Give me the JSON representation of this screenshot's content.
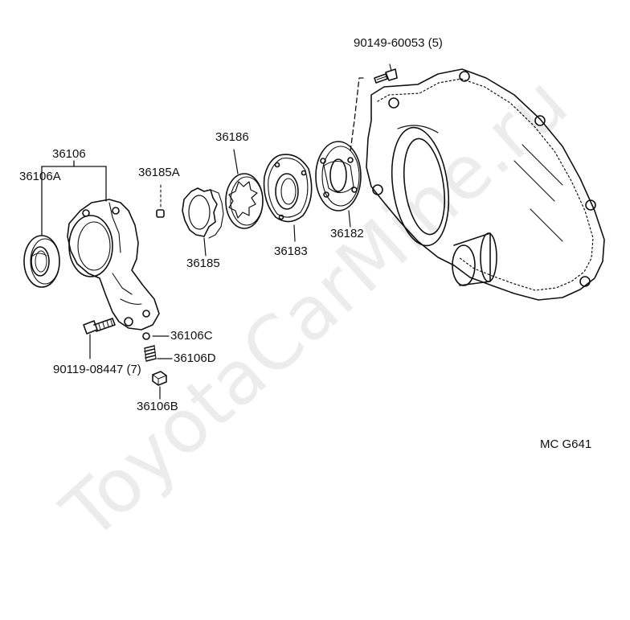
{
  "parts": {
    "bolt_top": "90149-60053 (5)",
    "housing": "36106",
    "oil_seal": "36106A",
    "pin": "36185A",
    "drive_rotor": "36186",
    "driven_rotor": "36185",
    "pump_body": "36183",
    "pump_cover": "36182",
    "ball": "36106C",
    "spring": "36106D",
    "bolt_bottom": "90119-08447 (7)",
    "plug": "36106B"
  },
  "figure_code": "MC G641",
  "watermark": "ToyotaCarMine.ru",
  "colors": {
    "line": "#111111",
    "background": "#ffffff"
  }
}
